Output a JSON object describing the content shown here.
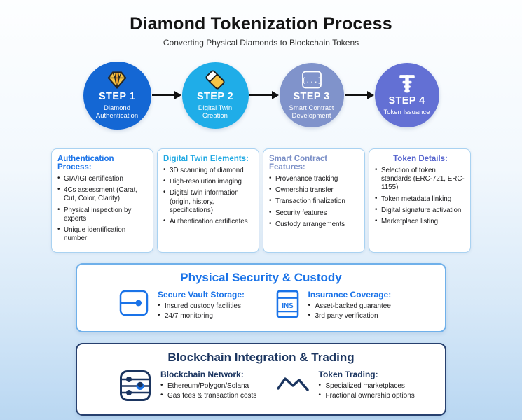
{
  "header": {
    "title": "Diamond Tokenization Process",
    "subtitle": "Converting Physical Diamonds to Blockchain Tokens"
  },
  "steps": [
    {
      "label": "STEP 1",
      "name": "Diamond Authentication",
      "color": "#1467d4",
      "icon": "diamond-icon"
    },
    {
      "label": "STEP 2",
      "name": "Digital Twin Creation",
      "color": "#1fade8",
      "icon": "digital-twin-card-icon"
    },
    {
      "label": "STEP 3",
      "name": "Smart Contract Development",
      "color": "#8093cb",
      "icon": "code-braces-icon",
      "icon_glyph": "{...}"
    },
    {
      "label": "STEP 4",
      "name": "Token Issuance",
      "color": "#6370d4",
      "icon": "token-icon"
    }
  ],
  "detail_boxes": [
    {
      "heading": "Authentication Process:",
      "heading_color": "#1a73e8",
      "items": [
        "GIA/IGI certification",
        "4Cs assessment (Carat, Cut, Color, Clarity)",
        "Physical inspection by experts",
        "Unique identification number"
      ]
    },
    {
      "heading": "Digital Twin Elements:",
      "heading_color": "#1fa8e2",
      "items": [
        "3D scanning of diamond",
        "High-resolution imaging",
        "Digital twin information (origin, history, specifications)",
        "Authentication certificates"
      ]
    },
    {
      "heading": "Smart Contract Features:",
      "heading_color": "#7b8fc7",
      "items": [
        "Provenance tracking",
        "Ownership transfer",
        "Transaction finalization",
        "Security features",
        "Custody arrangements"
      ]
    },
    {
      "heading": "Token Details:",
      "heading_color": "#5765ce",
      "items": [
        "Selection of token standards (ERC-721, ERC-1155)",
        "Token metadata linking",
        "Digital signature activation",
        "Marketplace listing"
      ]
    }
  ],
  "security_section": {
    "title": "Physical Security & Custody",
    "title_color": "#1a73e8",
    "columns": [
      {
        "icon": "vault-icon",
        "heading": "Secure Vault Storage:",
        "items": [
          "Insured custody facilities",
          "24/7 monitoring"
        ]
      },
      {
        "icon": "insurance-document-icon",
        "icon_label": "INS",
        "heading": "Insurance Coverage:",
        "items": [
          "Asset-backed guarantee",
          "3rd party verification"
        ]
      }
    ]
  },
  "blockchain_section": {
    "title": "Blockchain Integration & Trading",
    "title_color": "#1b3560",
    "columns": [
      {
        "icon": "network-sliders-icon",
        "heading": "Blockchain Network:",
        "items": [
          "Ethereum/Polygon/Solana",
          "Gas fees & transaction costs"
        ]
      },
      {
        "icon": "trading-chart-icon",
        "heading": "Token Trading:",
        "items": [
          "Specialized marketplaces",
          "Fractional ownership options"
        ]
      }
    ]
  }
}
